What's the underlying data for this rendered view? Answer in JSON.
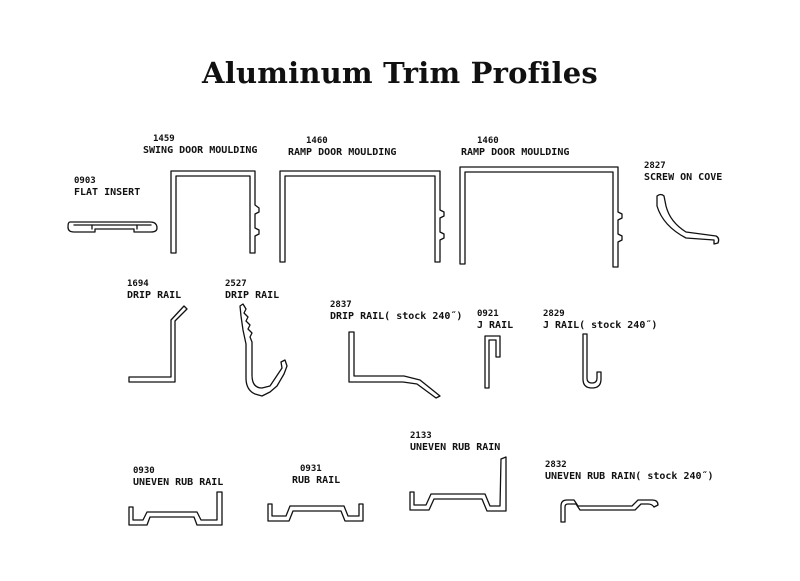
{
  "title": "Aluminum Trim Profiles",
  "colors": {
    "ink": "#111111",
    "background": "#ffffff"
  },
  "profiles": [
    {
      "code": "0903",
      "name": "FLAT INSERT"
    },
    {
      "code": "1459",
      "name": "SWING DOOR MOULDING"
    },
    {
      "code": "1460",
      "name": "RAMP DOOR MOULDING"
    },
    {
      "code": "1460",
      "name": "RAMP DOOR MOULDING"
    },
    {
      "code": "2827",
      "name": "SCREW ON COVE"
    },
    {
      "code": "1694",
      "name": "DRIP RAIL"
    },
    {
      "code": "2527",
      "name": "DRIP RAIL"
    },
    {
      "code": "2837",
      "name": "DRIP RAIL( stock 240˝)"
    },
    {
      "code": "0921",
      "name": "J RAIL"
    },
    {
      "code": "2829",
      "name": "J RAIL( stock 240˝)"
    },
    {
      "code": "0930",
      "name": "UNEVEN RUB RAIL"
    },
    {
      "code": "0931",
      "name": "RUB RAIL"
    },
    {
      "code": "2133",
      "name": "UNEVEN RUB RAIN"
    },
    {
      "code": "2832",
      "name": "UNEVEN RUB RAIN( stock 240˝)"
    }
  ]
}
